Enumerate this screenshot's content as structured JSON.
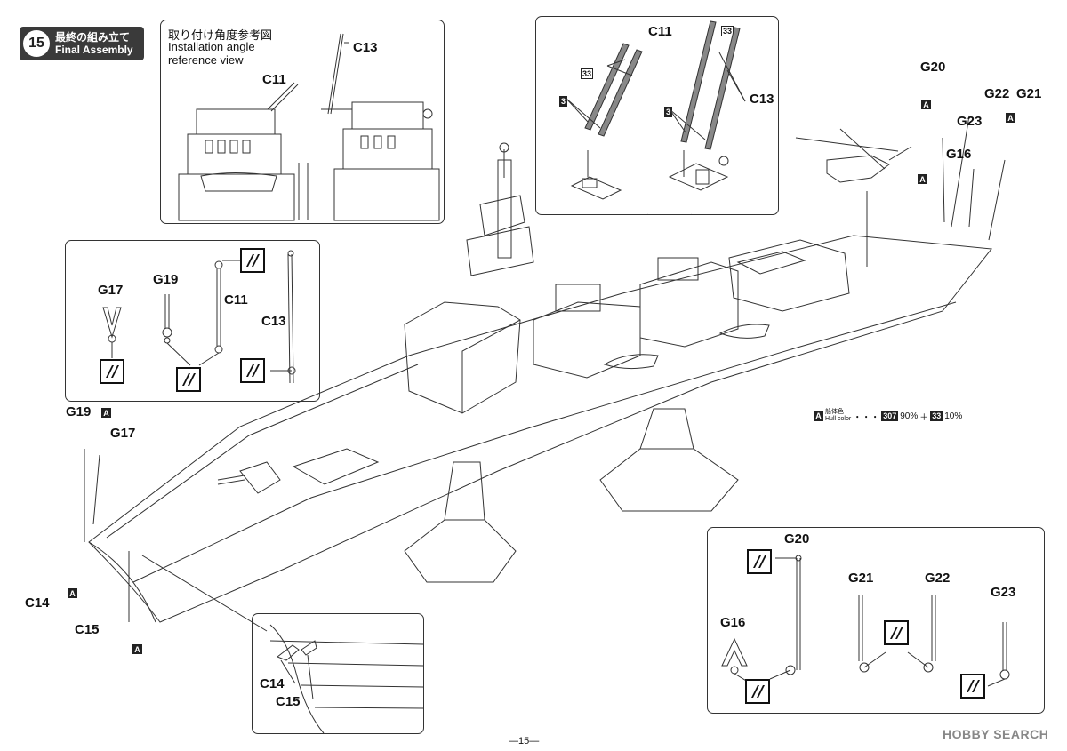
{
  "step": {
    "number": "15",
    "title_ja": "最終の組み立て",
    "title_en": "Final Assembly"
  },
  "reference_view": {
    "title_ja": "取り付け角度参考図",
    "title_en_line1": "Installation angle",
    "title_en_line2": "reference view",
    "labels": [
      "C11",
      "C13"
    ]
  },
  "mast_detail": {
    "labels": {
      "c11": "C11",
      "c13": "C13",
      "num33": "33",
      "num3": "3"
    }
  },
  "left_panel": {
    "labels": [
      "G17",
      "G19",
      "C11",
      "C13"
    ]
  },
  "right_panel": {
    "labels": [
      "G20",
      "G16",
      "G21",
      "G22",
      "G23"
    ]
  },
  "bow_detail": {
    "labels": [
      "C14",
      "C15"
    ]
  },
  "callouts": {
    "g19": "G19",
    "g17": "G17",
    "c14": "C14",
    "c15": "C15",
    "g20": "G20",
    "g22": "G22",
    "g21": "G21",
    "g23": "G23",
    "g16": "G16",
    "mark_a": "A"
  },
  "hull_note": {
    "mark": "A",
    "label_ja": "船体色",
    "label_en": "Hull color",
    "dots": "・・・",
    "paint1": "307",
    "pct1": "90%",
    "plus": "＋",
    "paint2": "33",
    "pct2": "10%"
  },
  "footer": {
    "page": "—15—",
    "watermark": "HOBBY SEARCH"
  },
  "icons": [
    "cement-icon",
    "paint-mark-icon"
  ]
}
